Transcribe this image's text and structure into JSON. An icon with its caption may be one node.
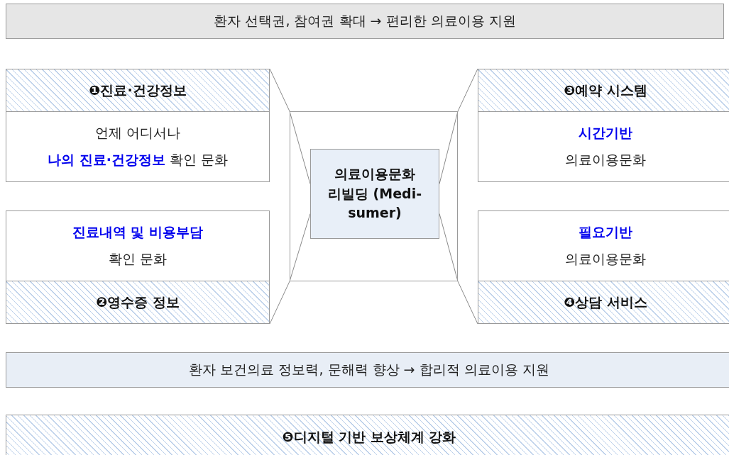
{
  "diagram": {
    "nodes": [
      {
        "text": [
          "환자 선택권, 참여권 확대 → 편리한 의료이용 지원"
        ]
      },
      {
        "text": [
          "❶진료·건강정보",
          "언제 어디서나",
          "**나의 진료·건강정보** 확인 문화"
        ]
      },
      {
        "text": [],
        "shape": "box"
      },
      {
        "text": [
          "의료이용문화 리빌딩 (Medi-sumer)"
        ],
        "in": 2
      },
      {
        "text": [
          "❸예약 시스템",
          "**시간기반**",
          "의료이용문화"
        ]
      },
      {
        "text": [
          "**진료내역 및 비용부담**",
          "확인 문화",
          "❷영수증 정보"
        ]
      },
      {
        "text": [
          "**필요기반**",
          "의료이용문화",
          "❹상담 서비스"
        ]
      },
      {
        "text": [
          "환자 보건의료 정보력, 문해력 향상 → 합리적 의료이용 지원"
        ]
      },
      {
        "text": [
          "❺디지털 기반 보상체계 강화"
        ]
      }
    ],
    "edges": [
      {
        "from": 1,
        "to": 2,
        "arrow": "none"
      },
      {
        "from": 2,
        "to": 3,
        "arrow": "none"
      },
      {
        "from": 5,
        "to": 2,
        "arrow": "none"
      },
      {
        "from": 2,
        "to": 3,
        "arrow": "none"
      },
      {
        "from": 4,
        "to": 2,
        "arrow": "none"
      },
      {
        "from": 2,
        "to": 3,
        "arrow": "none"
      },
      {
        "from": 6,
        "to": 2,
        "arrow": "none"
      },
      {
        "from": 2,
        "to": 3,
        "arrow": "none"
      }
    ]
  }
}
